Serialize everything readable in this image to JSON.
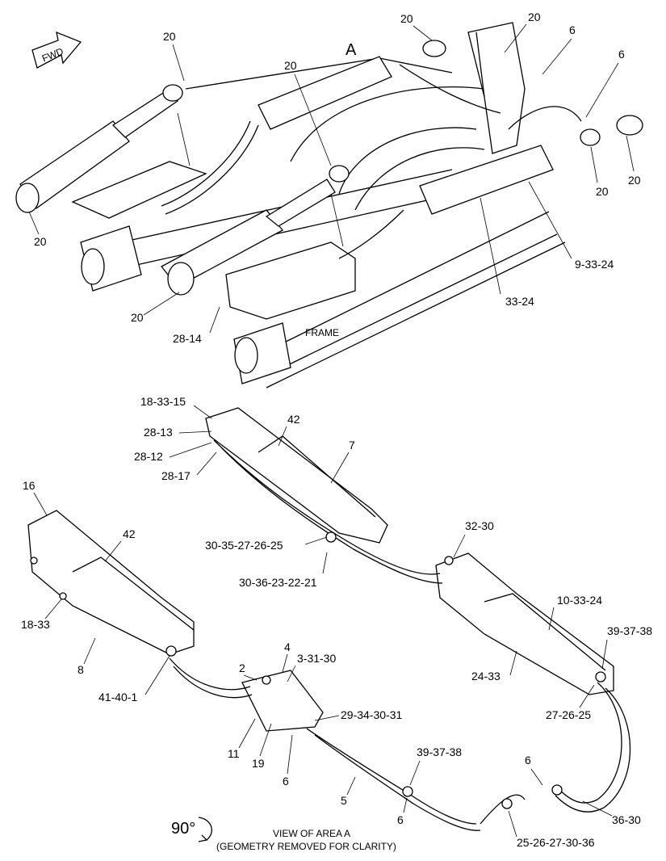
{
  "fwd_label": "FWD",
  "view_letter": "A",
  "frame_label": "FRAME",
  "rotation_label": "90°",
  "caption": {
    "line1": "VIEW OF AREA A",
    "line2": "(GEOMETRY REMOVED FOR CLARITY)"
  },
  "top_callouts": [
    "20",
    "20",
    "20",
    "6",
    "6",
    "20",
    "20",
    "20",
    "20",
    "20",
    "9-33-24",
    "33-24",
    "28-14"
  ],
  "bottom_callouts": [
    "18-33-15",
    "28-13",
    "28-12",
    "28-17",
    "42",
    "7",
    "16",
    "42",
    "18-33",
    "8",
    "30-35-27-26-25",
    "30-36-23-22-21",
    "32-30",
    "10-33-24",
    "39-37-38",
    "24-33",
    "27-26-25",
    "2",
    "4",
    "3-31-30",
    "41-40-1",
    "29-34-30-31",
    "11",
    "19",
    "6",
    "39-37-38",
    "5",
    "6",
    "6",
    "36-30",
    "25-26-27-30-36"
  ]
}
